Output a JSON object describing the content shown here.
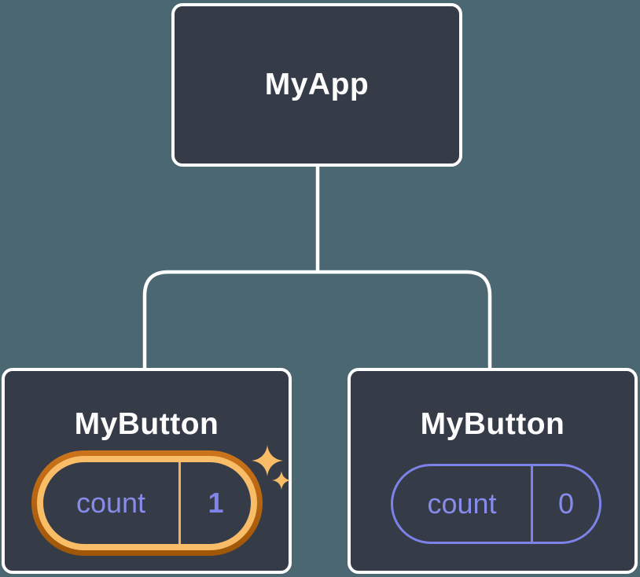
{
  "colors": {
    "background": "#4b6872",
    "node_fill": "#353b47",
    "node_border": "#ffffff",
    "connector": "#ffffff",
    "accent_purple": "#7d82e8",
    "accent_orange_dark": "#b3620f",
    "accent_orange_light": "#f9bd67"
  },
  "tree": {
    "root": {
      "label": "MyApp"
    },
    "children": [
      {
        "label": "MyButton",
        "state": {
          "key": "count",
          "value": "1"
        },
        "highlighted": true
      },
      {
        "label": "MyButton",
        "state": {
          "key": "count",
          "value": "0"
        },
        "highlighted": false
      }
    ]
  }
}
